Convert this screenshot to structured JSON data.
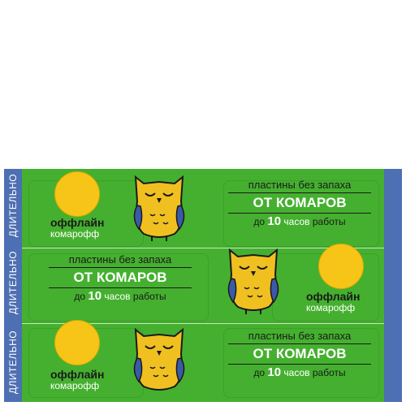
{
  "strip_text": "ДЛИТЕЛЬНО",
  "brand": {
    "line1": "оффлайн",
    "line2": "комарофф"
  },
  "label": {
    "line1": "пластины без запаха",
    "line2": "ОТ КОМАРОВ",
    "line3_prefix": "до",
    "line3_number": "10",
    "line3_middle": "часов",
    "line3_suffix": "работы"
  },
  "colors": {
    "background": "#45b02f",
    "strip": "#4d6fb3",
    "circle": "#f6c518",
    "owl": "#f0c020"
  },
  "icons": [
    "owl-icon",
    "yellow-circle"
  ]
}
